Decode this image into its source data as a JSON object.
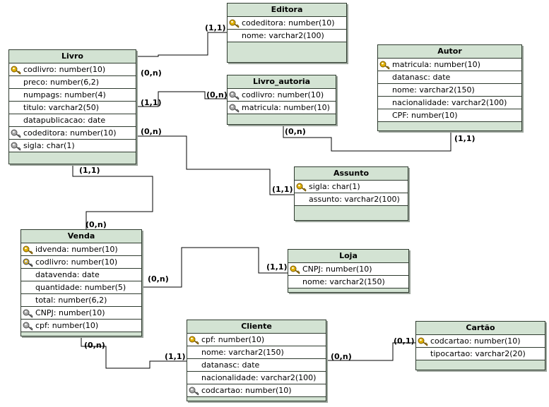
{
  "entities": {
    "editora": {
      "title": "Editora",
      "attrs": [
        {
          "text": "codeditora: number(10)",
          "key": "pk"
        },
        {
          "text": "nome: varchar2(100)",
          "key": "none"
        }
      ]
    },
    "livro": {
      "title": "Livro",
      "attrs": [
        {
          "text": "codlivro: number(10)",
          "key": "pk"
        },
        {
          "text": "preco: number(6,2)",
          "key": "none"
        },
        {
          "text": "numpags: number(4)",
          "key": "none"
        },
        {
          "text": "titulo: varchar2(50)",
          "key": "none"
        },
        {
          "text": "datapublicacao: date",
          "key": "none"
        },
        {
          "text": "codeditora: number(10)",
          "key": "fk"
        },
        {
          "text": "sigla: char(1)",
          "key": "fk"
        }
      ]
    },
    "autor": {
      "title": "Autor",
      "attrs": [
        {
          "text": "matricula: number(10)",
          "key": "pk"
        },
        {
          "text": "datanasc: date",
          "key": "none"
        },
        {
          "text": "nome: varchar2(150)",
          "key": "none"
        },
        {
          "text": "nacionalidade: varchar2(100)",
          "key": "none"
        },
        {
          "text": "CPF: number(10)",
          "key": "none"
        }
      ]
    },
    "livro_autoria": {
      "title": "Livro_autoria",
      "attrs": [
        {
          "text": "codlivro: number(10)",
          "key": "fk"
        },
        {
          "text": "matricula: number(10)",
          "key": "fk"
        }
      ]
    },
    "assunto": {
      "title": "Assunto",
      "attrs": [
        {
          "text": "sigla: char(1)",
          "key": "pk"
        },
        {
          "text": "assunto: varchar2(100)",
          "key": "none"
        }
      ]
    },
    "venda": {
      "title": "Venda",
      "attrs": [
        {
          "text": "idvenda: number(10)",
          "key": "pk"
        },
        {
          "text": "codlivro: number(10)",
          "key": "pkfk"
        },
        {
          "text": "datavenda: date",
          "key": "none"
        },
        {
          "text": "quantidade: number(5)",
          "key": "none"
        },
        {
          "text": "total: number(6,2)",
          "key": "none"
        },
        {
          "text": "CNPJ: number(10)",
          "key": "fk"
        },
        {
          "text": "cpf: number(10)",
          "key": "fk"
        }
      ]
    },
    "loja": {
      "title": "Loja",
      "attrs": [
        {
          "text": "CNPJ: number(10)",
          "key": "pk"
        },
        {
          "text": "nome: varchar2(150)",
          "key": "none"
        }
      ]
    },
    "cliente": {
      "title": "Cliente",
      "attrs": [
        {
          "text": "cpf: number(10)",
          "key": "pk"
        },
        {
          "text": "nome: varchar2(150)",
          "key": "none"
        },
        {
          "text": "datanasc: date",
          "key": "none"
        },
        {
          "text": "nacionalidade: varchar2(100)",
          "key": "none"
        },
        {
          "text": "codcartao: number(10)",
          "key": "fk"
        }
      ]
    },
    "cartao": {
      "title": "Cartão",
      "attrs": [
        {
          "text": "codcartao: number(10)",
          "key": "pk"
        },
        {
          "text": "tipocartao: varchar2(20)",
          "key": "none"
        }
      ]
    }
  },
  "cardinalities": {
    "editora_livro_one": "(1,1)",
    "editora_livro_many": "(0,n)",
    "livro_autoria_one": "(1,1)",
    "livro_autoria_many": "(0,n)",
    "autor_autoria_many": "(0,n)",
    "autor_autoria_one": "(1,1)",
    "livro_assunto_many": "(0,n)",
    "livro_assunto_one": "(1,1)",
    "livro_venda_one": "(1,1)",
    "livro_venda_many": "(0,n)",
    "venda_loja_many": "(0,n)",
    "venda_loja_one": "(1,1)",
    "venda_cliente_many": "(0,n)",
    "venda_cliente_one": "(1,1)",
    "cliente_cartao_many": "(0,n)",
    "cliente_cartao_one": "(0,1)"
  },
  "colors": {
    "entity_header": "#d3e3d3",
    "border": "#2e3a2e",
    "line": "#000000",
    "key_gold": "#e0b000",
    "key_gray": "#a8a8a8"
  }
}
